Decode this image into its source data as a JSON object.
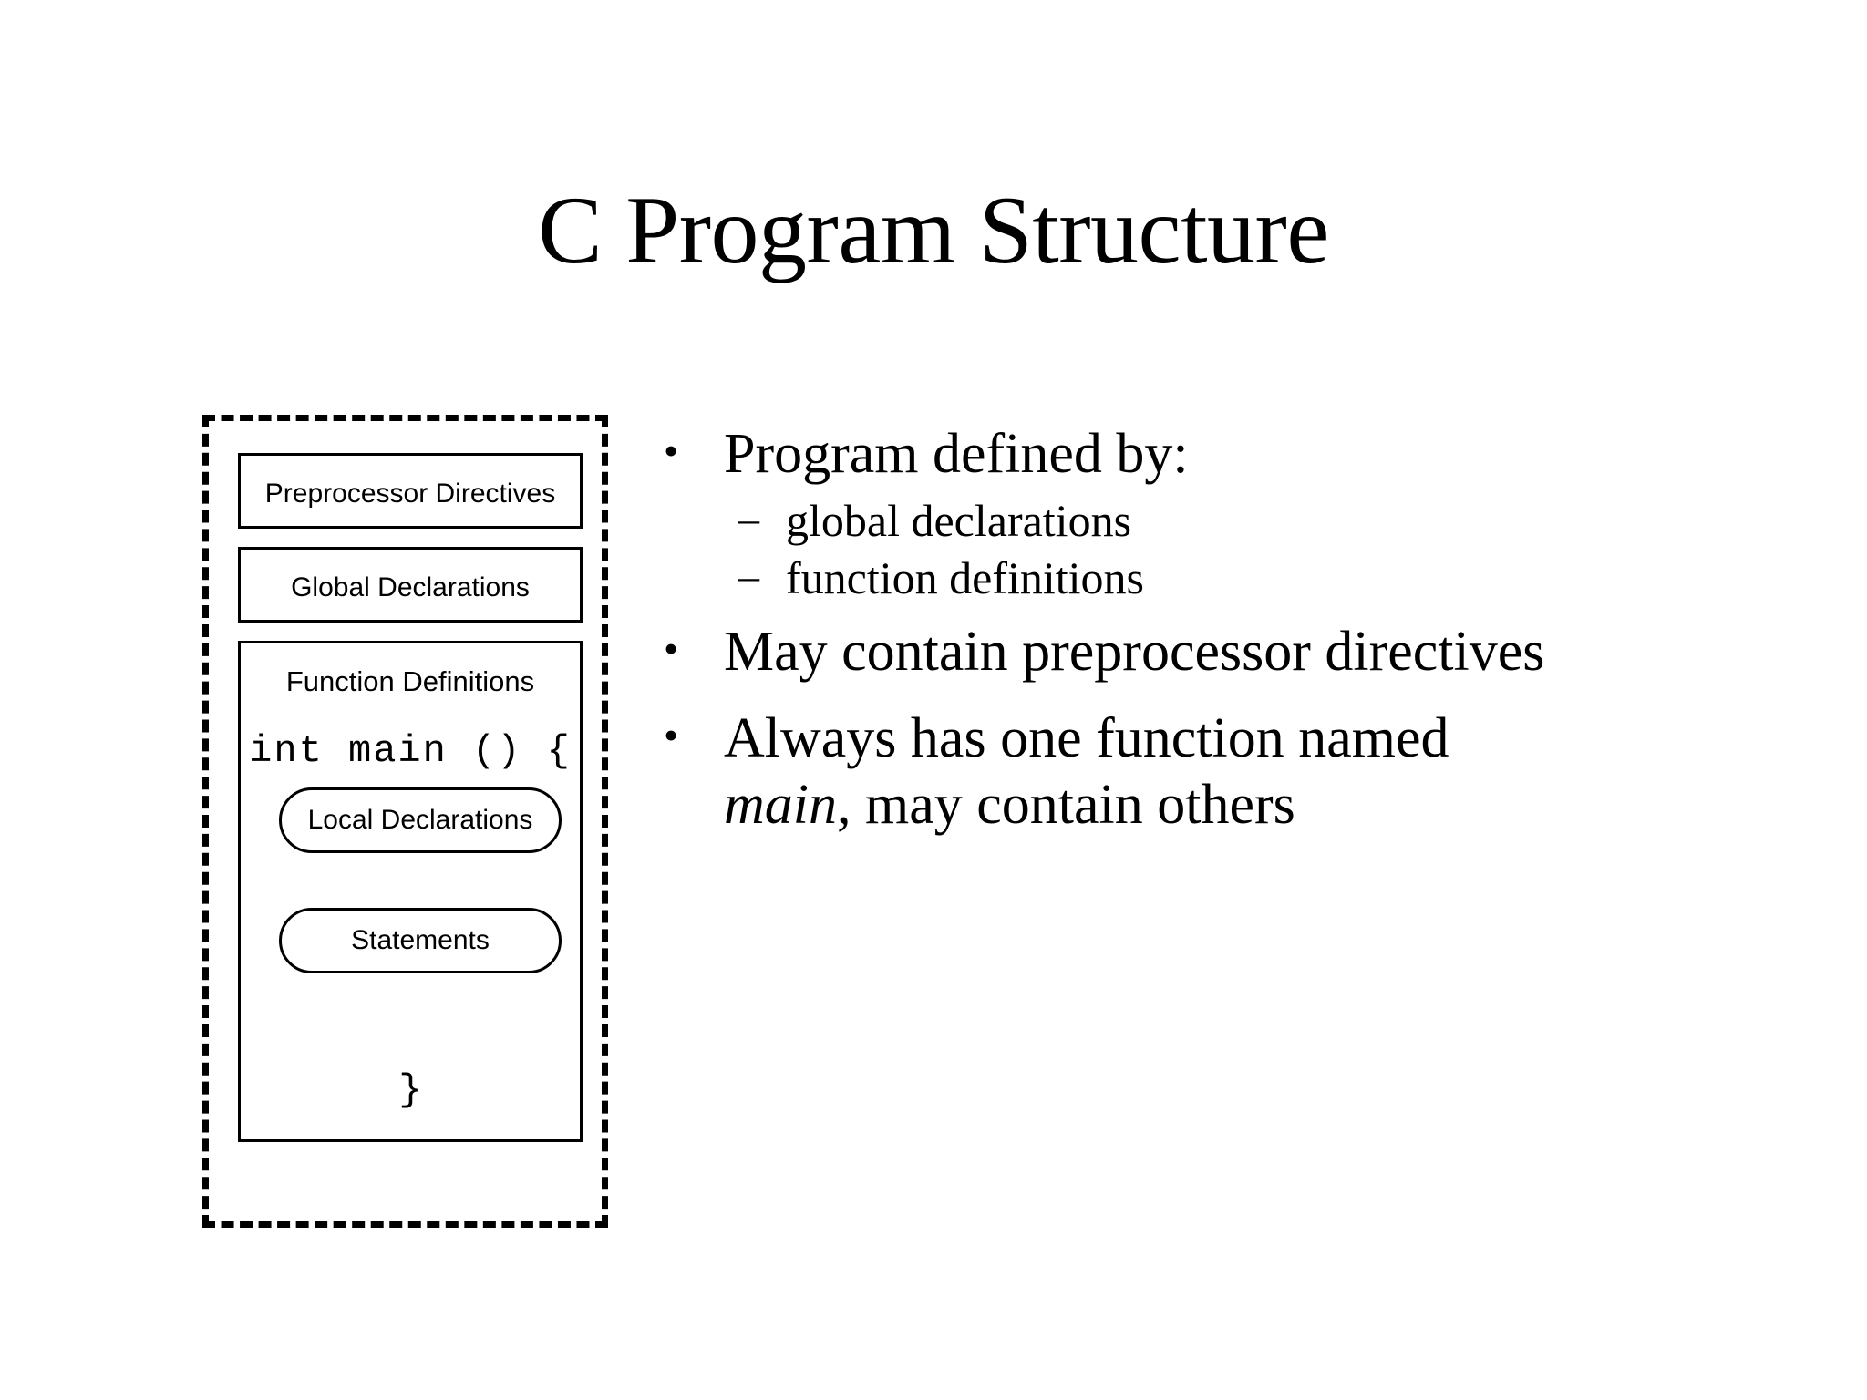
{
  "slide": {
    "title": "C Program Structure",
    "background_color": "#ffffff",
    "text_color": "#000000"
  },
  "diagram": {
    "name": "c-program-structure-diagram",
    "outer_border_style": "dashed",
    "boxes": [
      {
        "id": "preprocessor",
        "label": "Preprocessor Directives",
        "shape": "rectangle"
      },
      {
        "id": "global",
        "label": "Global Declarations",
        "shape": "rectangle"
      },
      {
        "id": "function",
        "label": "Function Definitions",
        "shape": "rectangle"
      }
    ],
    "function_block": {
      "title": "Function Definitions",
      "open_line": "int main () {",
      "close_line": "}",
      "pills": [
        {
          "id": "local",
          "label": "Local Declarations",
          "shape": "rounded"
        },
        {
          "id": "statements",
          "label": "Statements",
          "shape": "rounded"
        }
      ]
    }
  },
  "bullets": {
    "marker_level1": "•",
    "marker_level2": "–",
    "items": [
      {
        "id": "program-defined-by",
        "text": "Program defined by:",
        "children": [
          {
            "id": "global-declarations",
            "text": "global declarations"
          },
          {
            "id": "function-definitions",
            "text": "function definitions"
          }
        ]
      },
      {
        "id": "may-contain-preprocessor",
        "text": "May contain preprocessor directives",
        "children": []
      },
      {
        "id": "always-has-main",
        "text_before": "Always has one function named ",
        "text_emphasis": "main",
        "text_after": ", may contain others",
        "children": []
      }
    ]
  }
}
